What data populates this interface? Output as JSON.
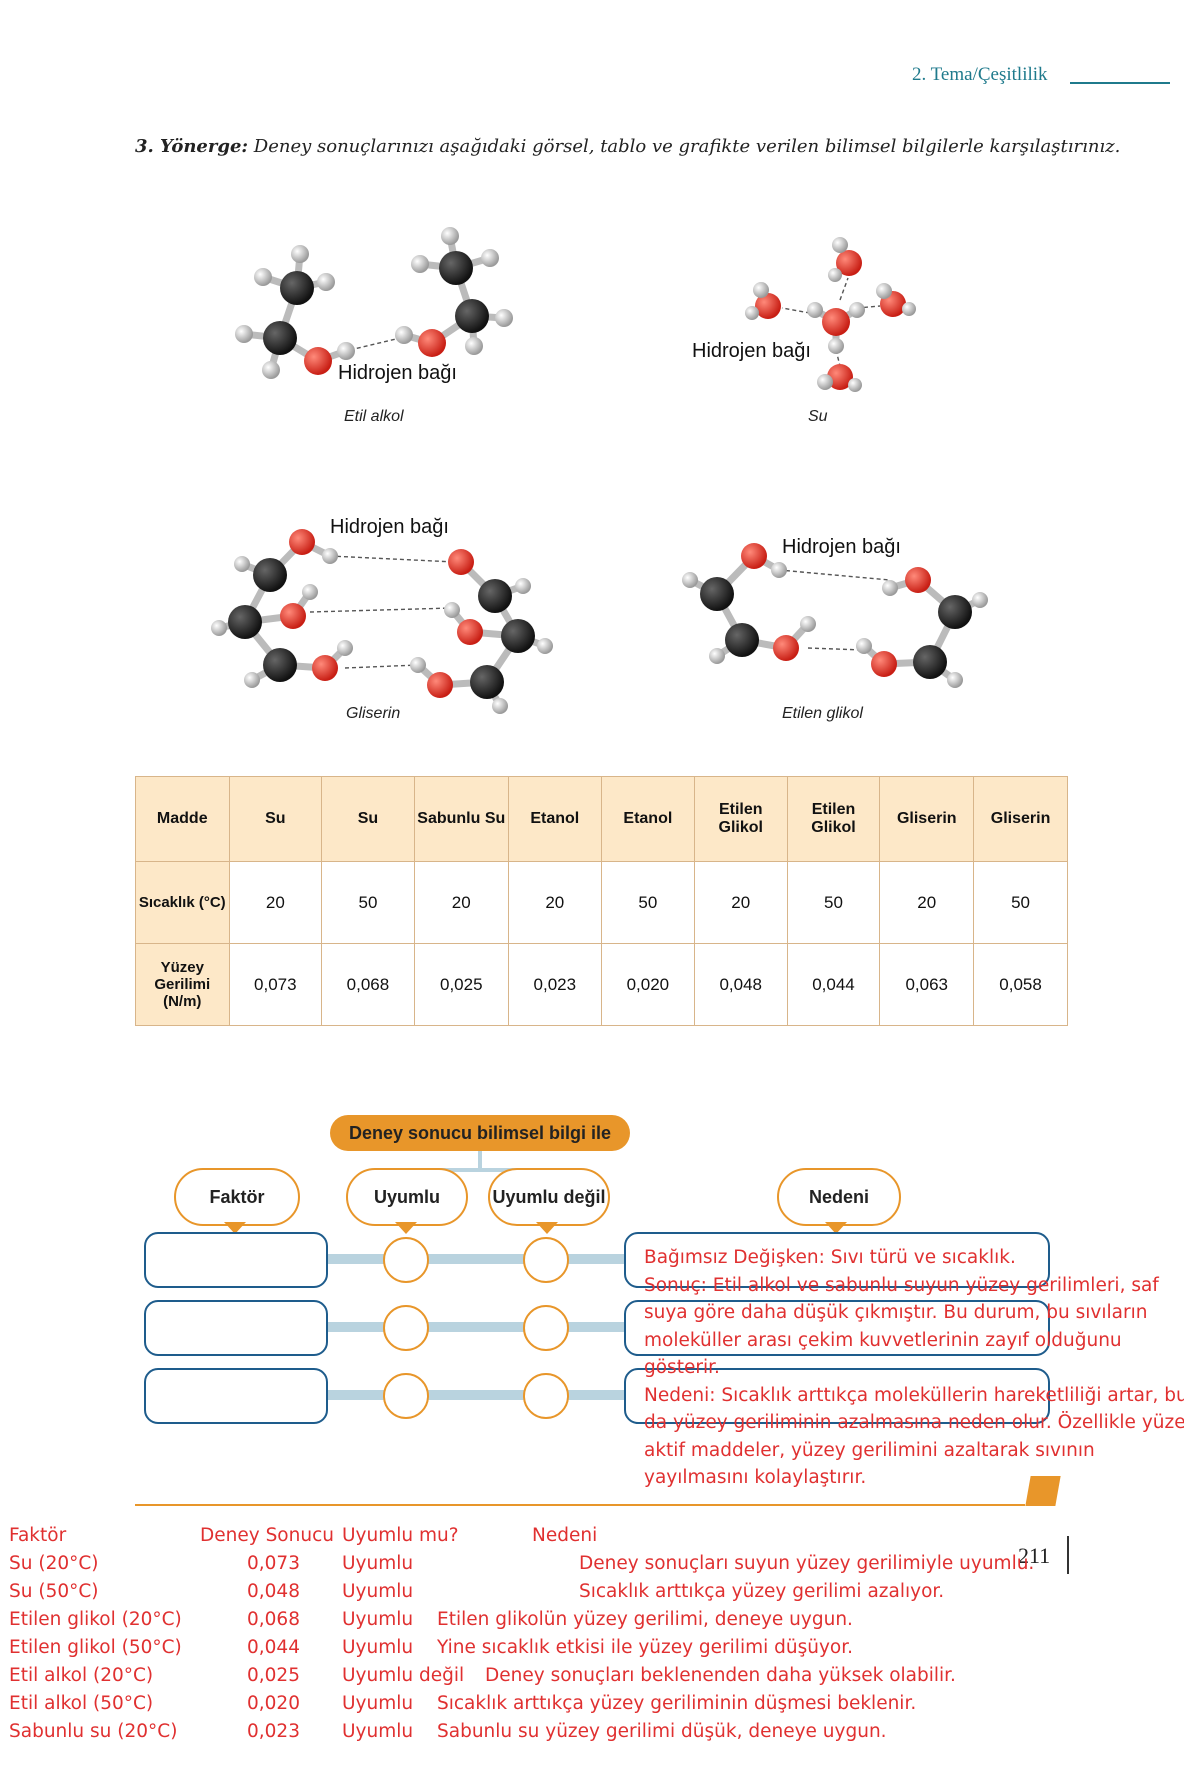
{
  "header": {
    "text": "2. Tema/Çeşitlilik"
  },
  "instruction": {
    "label": "3. Yönerge:",
    "text": "Deney sonuçlarınızı aşağıdaki görsel, tablo ve grafikte verilen bilimsel bilgilerle karşılaştırınız."
  },
  "molecules": {
    "hydrogen_bond_label": "Hidrojen bağı",
    "names": [
      "Etil alkol",
      "Su",
      "Gliserin",
      "Etilen glikol"
    ]
  },
  "table": {
    "row_headers": [
      "Madde",
      "Sıcaklık (°C)",
      "Yüzey Gerilimi (N/m)"
    ],
    "substances": [
      "Su",
      "Su",
      "Sabunlu Su",
      "Etanol",
      "Etanol",
      "Etilen Glikol",
      "Etilen Glikol",
      "Gliserin",
      "Gliserin"
    ],
    "temperatures": [
      "20",
      "50",
      "20",
      "20",
      "50",
      "20",
      "50",
      "20",
      "50"
    ],
    "tensions": [
      "0,073",
      "0,068",
      "0,025",
      "0,023",
      "0,020",
      "0,048",
      "0,044",
      "0,063",
      "0,058"
    ]
  },
  "diagram": {
    "top_label": "Deney sonucu bilimsel bilgi ile",
    "factor_label": "Faktör",
    "compatible_label": "Uyumlu",
    "incompatible_label": "Uyumlu değil",
    "reason_label": "Nedeni"
  },
  "notes": [
    "Bağımsız Değişken: Sıvı türü ve sıcaklık.",
    "Sonuç: Etil alkol ve sabunlu suyun yüzey gerilimleri, saf",
    "suya göre daha düşük çıkmıştır. Bu durum, bu sıvıların",
    "moleküller arası çekim kuvvetlerinin zayıf olduğunu",
    "gösterir.",
    "Nedeni: Sıcaklık arttıkça moleküllerin hareketliliği artar, bu",
    "da yüzey geriliminin azalmasına neden olur. Özellikle yüzey",
    "aktif maddeler, yüzey gerilimini azaltarak sıvının",
    "yayılmasını kolaylaştırır."
  ],
  "page_number": "211",
  "results": {
    "headers": [
      "Faktör",
      "Deney Sonucu",
      "Uyumlu mu?",
      "Nedeni"
    ],
    "rows": [
      [
        "Su (20°C)",
        "0,073",
        "Uyumlu",
        "Deney sonuçları suyun yüzey gerilimiyle uyumlu."
      ],
      [
        "Su (50°C)",
        "0,048",
        "Uyumlu",
        "Sıcaklık arttıkça yüzey gerilimi azalıyor."
      ],
      [
        "Etilen glikol (20°C)",
        "0,068",
        "Uyumlu",
        "Etilen glikolün yüzey gerilimi, deneye uygun."
      ],
      [
        "Etilen glikol (50°C)",
        "0,044",
        "Uyumlu",
        "Yine sıcaklık etkisi ile yüzey gerilimi düşüyor."
      ],
      [
        "Etil alkol (20°C)",
        "0,025",
        "Uyumlu değil",
        "Deney sonuçları beklenenden daha yüksek olabilir."
      ],
      [
        "Etil alkol (50°C)",
        "0,020",
        "Uyumlu",
        "Sıcaklık arttıkça yüzey geriliminin düşmesi beklenir."
      ],
      [
        "Sabunlu su (20°C)",
        "0,023",
        "Uyumlu",
        "Sabunlu su yüzey gerilimi düşük, deneye uygun."
      ]
    ]
  },
  "colors": {
    "accent": "#e8962a",
    "teal": "#1f7a8c",
    "note": "#e03030",
    "box_border": "#1e5c8c",
    "table_header": "#fde8c8"
  }
}
